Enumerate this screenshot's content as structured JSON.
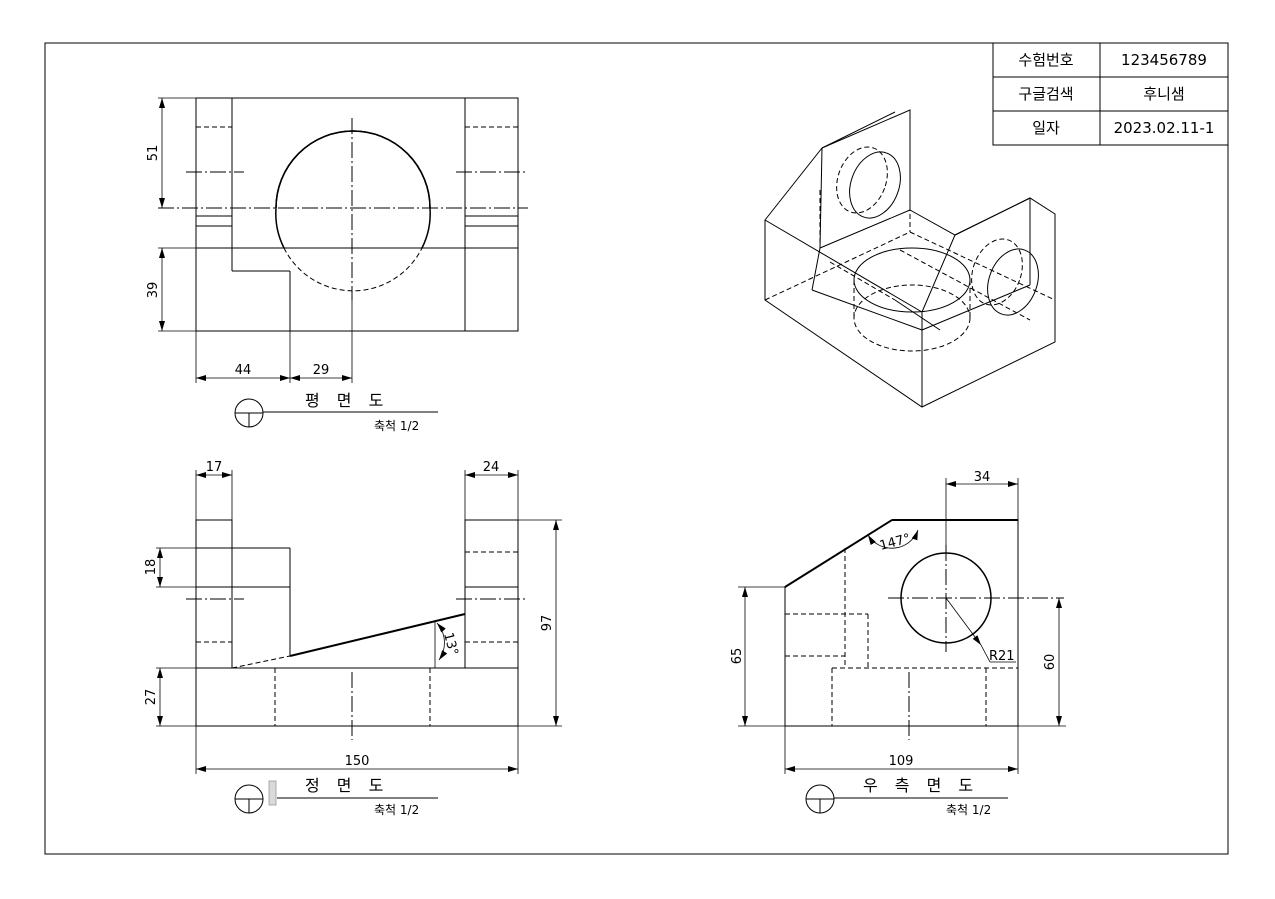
{
  "title_block": {
    "exam_number_label": "수험번호",
    "exam_number_value": "123456789",
    "search_label": "구글검색",
    "search_value": "후니샘",
    "date_label": "일자",
    "date_value": "2023.02.11-1"
  },
  "views": {
    "top": {
      "title": "평 면 도",
      "scale": "축척 1/2"
    },
    "front": {
      "title": "정 면 도",
      "scale": "축척 1/2"
    },
    "right": {
      "title": "우 측 면 도",
      "scale": "축척 1/2"
    }
  },
  "dimensions": {
    "top": {
      "d51": "51",
      "d39": "39",
      "d44": "44",
      "d29": "29"
    },
    "front": {
      "d17": "17",
      "d24": "24",
      "d18": "18",
      "d97": "97",
      "d27": "27",
      "d150": "150",
      "a13": "13°"
    },
    "right": {
      "d34": "34",
      "a147": "147°",
      "d65": "65",
      "d60": "60",
      "r21": "R21",
      "d109": "109"
    }
  }
}
